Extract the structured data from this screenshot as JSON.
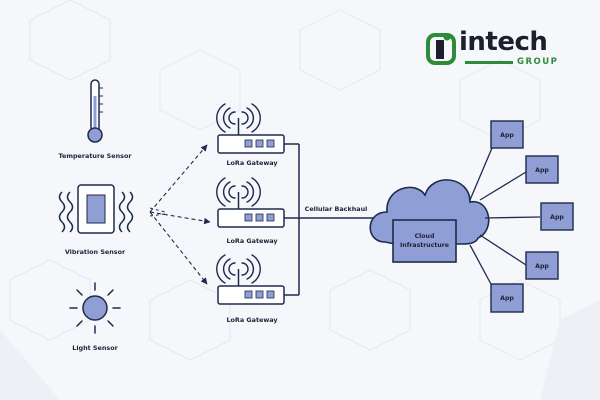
{
  "logo": {
    "wordmark": "intech",
    "subtitle": "GROUP",
    "green": "#2e8b3a",
    "dark": "#1b1f2e"
  },
  "sensors": [
    {
      "label": "Temperature Sensor",
      "icon": "thermometer-icon"
    },
    {
      "label": "Vibration Sensor",
      "icon": "vibration-icon"
    },
    {
      "label": "Light Sensor",
      "icon": "sun-icon"
    }
  ],
  "gateways": [
    {
      "label": "LoRa Gateway"
    },
    {
      "label": "LoRa Gateway"
    },
    {
      "label": "LoRa Gateway"
    }
  ],
  "backhaul": {
    "label": "Cellular Backhaul"
  },
  "cloud": {
    "line1": "Cloud",
    "line2": "Infrastructure"
  },
  "apps": [
    {
      "label": "App"
    },
    {
      "label": "App"
    },
    {
      "label": "App"
    },
    {
      "label": "App"
    },
    {
      "label": "App"
    }
  ],
  "colors": {
    "fill": "#8f9fd6",
    "stroke": "#1e2a4e",
    "background": "#f6f7fb"
  }
}
